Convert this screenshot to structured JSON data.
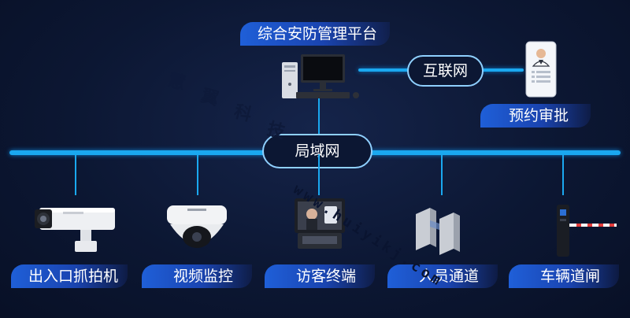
{
  "platform": {
    "label": "综合安防管理平台"
  },
  "internet": {
    "label": "互联网"
  },
  "approval": {
    "label": "预约审批"
  },
  "lan": {
    "label": "局域网"
  },
  "devices": [
    {
      "label": "出入口抓拍机"
    },
    {
      "label": "视频监控"
    },
    {
      "label": "访客终端"
    },
    {
      "label": "人员通道"
    },
    {
      "label": "车辆道闸"
    }
  ],
  "watermark": {
    "chars": [
      "慧",
      "翼",
      "科",
      "技"
    ],
    "url": "www.huiyikj.com"
  },
  "colors": {
    "line": "#1aa8f0",
    "label_bg": "#1f5fd8",
    "background": "#0c1733"
  }
}
